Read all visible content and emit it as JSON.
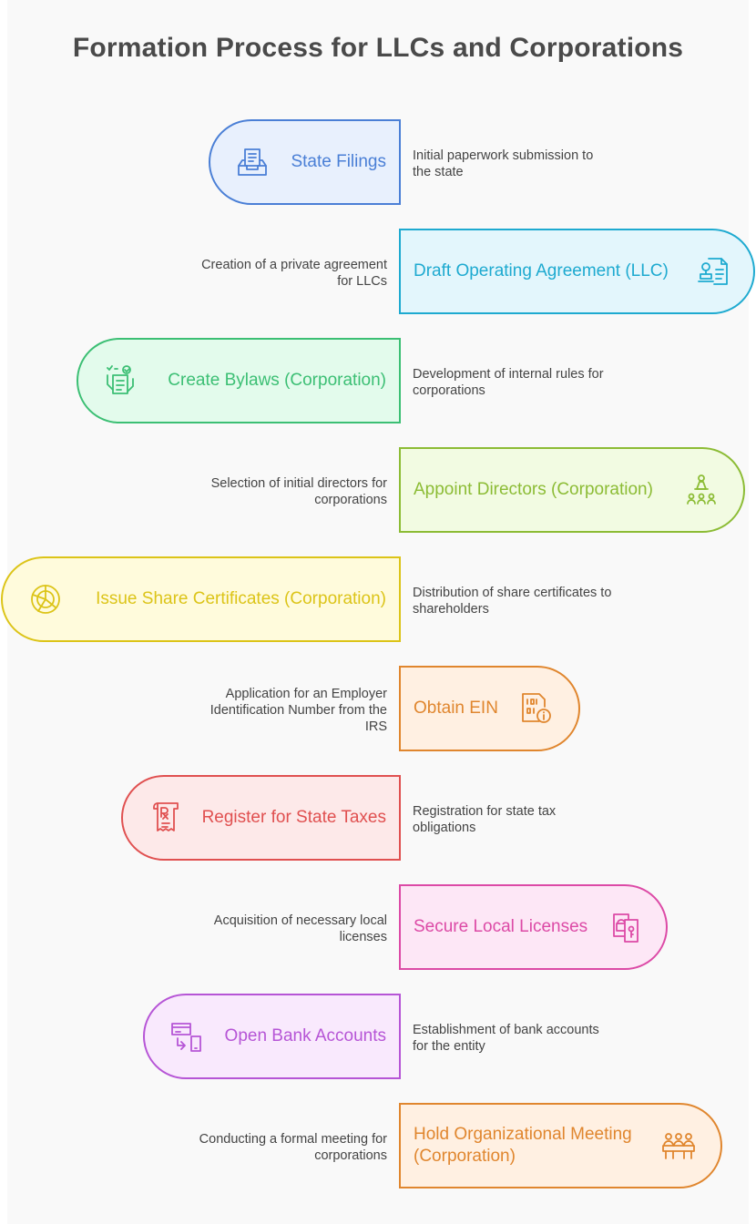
{
  "title": "Formation Process for LLCs and Corporations",
  "steps": [
    {
      "label": "State Filings",
      "description": "Initial paperwork submission to the state",
      "icon": "inbox-document-icon",
      "color": "#4a7fd6",
      "bg": "#e8f0fd"
    },
    {
      "label": "Draft Operating Agreement (LLC)",
      "description": "Creation of a private agreement for LLCs",
      "icon": "contract-stamp-icon",
      "color": "#1eaad0",
      "bg": "#e3f6fc"
    },
    {
      "label": "Create Bylaws (Corporation)",
      "description": "Development of internal rules for corporations",
      "icon": "checklist-hand-icon",
      "color": "#3cbf74",
      "bg": "#e3fbec"
    },
    {
      "label": "Appoint Directors (Corporation)",
      "description": "Selection of initial directors for corporations",
      "icon": "presenter-audience-icon",
      "color": "#8cbc35",
      "bg": "#f2fbe2"
    },
    {
      "label": "Issue Share Certificates (Corporation)",
      "description": "Distribution of share certificates to shareholders",
      "icon": "pie-chart-icon",
      "color": "#dcc418",
      "bg": "#fffbdc"
    },
    {
      "label": "Obtain EIN",
      "description": "Application for an Employer Identification Number from the IRS",
      "icon": "binary-file-info-icon",
      "color": "#e0862e",
      "bg": "#fff0e2"
    },
    {
      "label": "Register for State Taxes",
      "description": "Registration for state tax obligations",
      "icon": "prescription-receipt-icon",
      "color": "#e05050",
      "bg": "#fde9e9"
    },
    {
      "label": "Secure Local Licenses",
      "description": "Acquisition of necessary local licenses",
      "icon": "document-lock-key-icon",
      "color": "#dc4aa6",
      "bg": "#fde7f6"
    },
    {
      "label": "Open Bank Accounts",
      "description": "Establishment of bank accounts for the entity",
      "icon": "card-to-phone-icon",
      "color": "#b655d6",
      "bg": "#f9e9fd"
    },
    {
      "label": "Hold Organizational Meeting (Corporation)",
      "description": "Conducting a formal meeting for corporations",
      "icon": "meeting-table-icon",
      "color": "#e0862e",
      "bg": "#fff0e2"
    }
  ]
}
